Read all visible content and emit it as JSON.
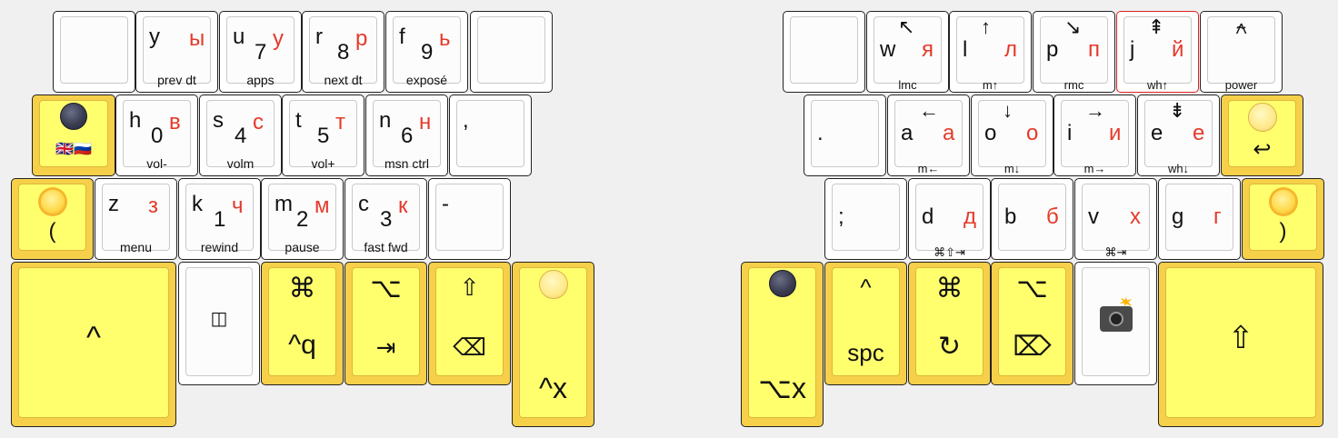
{
  "left_half": {
    "row1": [
      {
        "name": "blank-key-left-top",
        "latin": "",
        "cyrillic": "",
        "number": "",
        "sub": ""
      },
      {
        "name": "key-y",
        "latin": "y",
        "cyrillic": "ы",
        "number": "",
        "sub": "prev dt"
      },
      {
        "name": "key-u",
        "latin": "u",
        "cyrillic": "у",
        "number": "7",
        "sub": "apps"
      },
      {
        "name": "key-r",
        "latin": "r",
        "cyrillic": "р",
        "number": "8",
        "sub": "next dt"
      },
      {
        "name": "key-f",
        "latin": "f",
        "cyrillic": "ь",
        "number": "9",
        "sub": "exposé"
      },
      {
        "name": "blank-key-left-top-2",
        "latin": "",
        "cyrillic": "",
        "number": "",
        "sub": ""
      }
    ],
    "row2": [
      {
        "name": "key-h",
        "latin": "h",
        "cyrillic": "в",
        "number": "0",
        "sub": "vol-"
      },
      {
        "name": "key-s",
        "latin": "s",
        "cyrillic": "с",
        "number": "4",
        "sub": "volm"
      },
      {
        "name": "key-t",
        "latin": "t",
        "cyrillic": "т",
        "number": "5",
        "sub": "vol+"
      },
      {
        "name": "key-n",
        "latin": "n",
        "cyrillic": "н",
        "number": "6",
        "sub": "msn ctrl"
      },
      {
        "name": "key-comma",
        "latin": ",",
        "cyrillic": "",
        "number": "",
        "sub": ""
      }
    ],
    "row3": [
      {
        "name": "key-z",
        "latin": "z",
        "cyrillic": "з",
        "number": "",
        "sub": "menu"
      },
      {
        "name": "key-k",
        "latin": "k",
        "cyrillic": "ч",
        "number": "1",
        "sub": "rewind"
      },
      {
        "name": "key-m",
        "latin": "m",
        "cyrillic": "м",
        "number": "2",
        "sub": "pause"
      },
      {
        "name": "key-c",
        "latin": "c",
        "cyrillic": "к",
        "number": "3",
        "sub": "fast fwd"
      },
      {
        "name": "key-minus",
        "latin": "-",
        "cyrillic": "",
        "number": "",
        "sub": ""
      }
    ],
    "lang_key": {
      "flags": "🇬🇧🇷🇺"
    },
    "paren_key": {
      "label": "("
    },
    "thumbs": {
      "ctrl": "^",
      "cmd_symbol": "⌘",
      "cmd_label": "^q",
      "opt_symbol": "⌥",
      "opt_label": "⇥",
      "shift_symbol": "⇧",
      "shift_label": "⌫",
      "ctrlx_label": "^x"
    }
  },
  "right_half": {
    "row1": [
      {
        "name": "blank-key-right-top",
        "latin": "",
        "cyrillic": "",
        "arrow": "",
        "sub": ""
      },
      {
        "name": "key-w",
        "latin": "w",
        "cyrillic": "я",
        "arrow": "↖",
        "sub": "lmc"
      },
      {
        "name": "key-l",
        "latin": "l",
        "cyrillic": "л",
        "arrow": "↑",
        "sub": "m↑"
      },
      {
        "name": "key-p",
        "latin": "p",
        "cyrillic": "п",
        "arrow": "↘",
        "sub": "rmc"
      },
      {
        "name": "key-j",
        "latin": "j",
        "cyrillic": "й",
        "arrow": "⇞",
        "sub": "wh↑"
      },
      {
        "name": "key-power",
        "latin": "",
        "cyrillic": "",
        "arrow": "⍲",
        "sub": "power"
      }
    ],
    "row2": [
      {
        "name": "key-period",
        "latin": ".",
        "cyrillic": "",
        "arrow": "",
        "sub": ""
      },
      {
        "name": "key-a",
        "latin": "a",
        "cyrillic": "а",
        "arrow": "←",
        "sub": "m←"
      },
      {
        "name": "key-o",
        "latin": "o",
        "cyrillic": "о",
        "arrow": "↓",
        "sub": "m↓"
      },
      {
        "name": "key-i",
        "latin": "i",
        "cyrillic": "и",
        "arrow": "→",
        "sub": "m→"
      },
      {
        "name": "key-e",
        "latin": "e",
        "cyrillic": "е",
        "arrow": "⇟",
        "sub": "wh↓"
      }
    ],
    "row3": [
      {
        "name": "key-semicolon",
        "latin": ";",
        "cyrillic": "",
        "arrow": "",
        "sub": ""
      },
      {
        "name": "key-d",
        "latin": "d",
        "cyrillic": "д",
        "arrow": "",
        "sub": "⌘⇧⇥"
      },
      {
        "name": "key-b",
        "latin": "b",
        "cyrillic": "б",
        "arrow": "",
        "sub": ""
      },
      {
        "name": "key-v",
        "latin": "v",
        "cyrillic": "х",
        "arrow": "",
        "sub": "⌘⇥"
      },
      {
        "name": "key-g",
        "latin": "g",
        "cyrillic": "г",
        "arrow": "",
        "sub": ""
      }
    ],
    "enter_key": {
      "label": "↩"
    },
    "paren_key": {
      "label": ")"
    },
    "thumbs": {
      "optx_label": "⌥x",
      "ctrl_symbol": "^",
      "space_label": "spc",
      "cmd_symbol": "⌘",
      "cmd_label": "↻",
      "opt_symbol": "⌥",
      "opt_label": "⌦",
      "shift_label": "⇧"
    }
  }
}
